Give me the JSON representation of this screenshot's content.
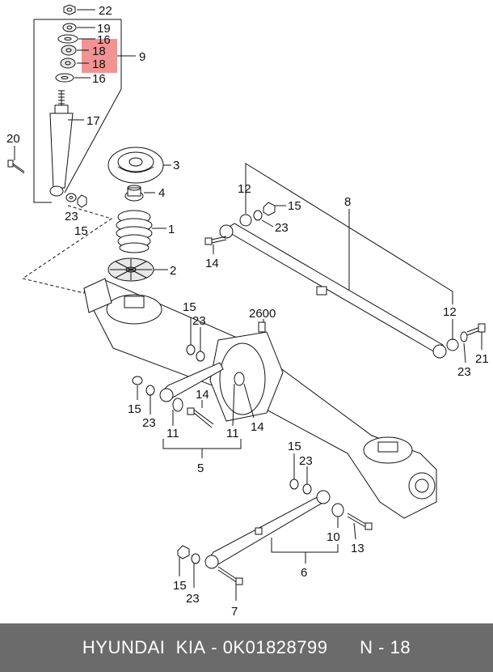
{
  "footer": {
    "brand": "HYUNDAI",
    "maker": "KIA",
    "separator": "-",
    "part_number": "0K01828799",
    "page": "N - 18"
  },
  "highlight_color": "#f08080",
  "callouts": {
    "c22": "22",
    "c19": "19",
    "c16a": "16",
    "c18a": "18",
    "c18b": "18",
    "c16b": "16",
    "c9": "9",
    "c17": "17",
    "c20": "20",
    "c23a": "23",
    "c15a": "15",
    "c3": "3",
    "c4": "4",
    "c1": "1",
    "c2": "2",
    "c12a": "12",
    "c15b": "15",
    "c23b": "23",
    "c8": "8",
    "c14a": "14",
    "c12b": "12",
    "c23c": "23",
    "c21": "21",
    "c15c": "15",
    "c23d": "23",
    "c2600": "2600",
    "c15d": "15",
    "c23e": "23",
    "c14b": "14",
    "c11a": "11",
    "c11b": "11",
    "c14c": "14",
    "c5": "5",
    "c15e": "15",
    "c23f": "23",
    "c10": "10",
    "c13": "13",
    "c6": "6",
    "c15f": "15",
    "c23g": "23",
    "c7": "7"
  }
}
